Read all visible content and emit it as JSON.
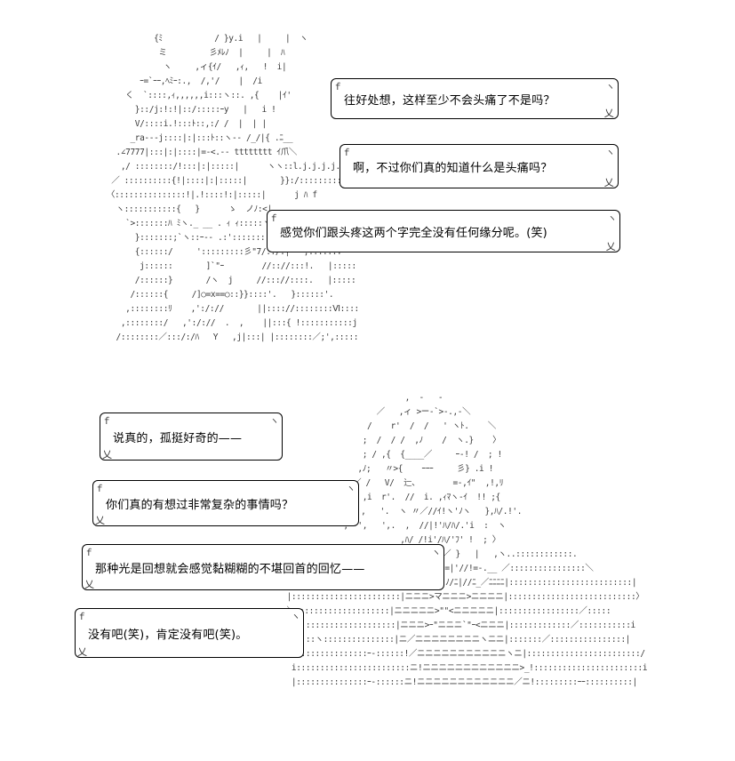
{
  "bubbles": [
    {
      "text": "往好处想，这样至少不会头痛了不是吗？"
    },
    {
      "text": "啊，不过你们真的知道什么是头痛吗？"
    },
    {
      "text": "感觉你们跟头疼这两个字完全没有任何缘分呢。(笑)"
    },
    {
      "text": "说真的，孤挺好奇的——"
    },
    {
      "text": "你们真的有想过非常复杂的事情吗？"
    },
    {
      "text": "那种光是回想就会感觉黏糊糊的不堪回首的回忆——"
    },
    {
      "text": "没有吧(笑)，肯定没有吧(笑)。"
    }
  ]
}
